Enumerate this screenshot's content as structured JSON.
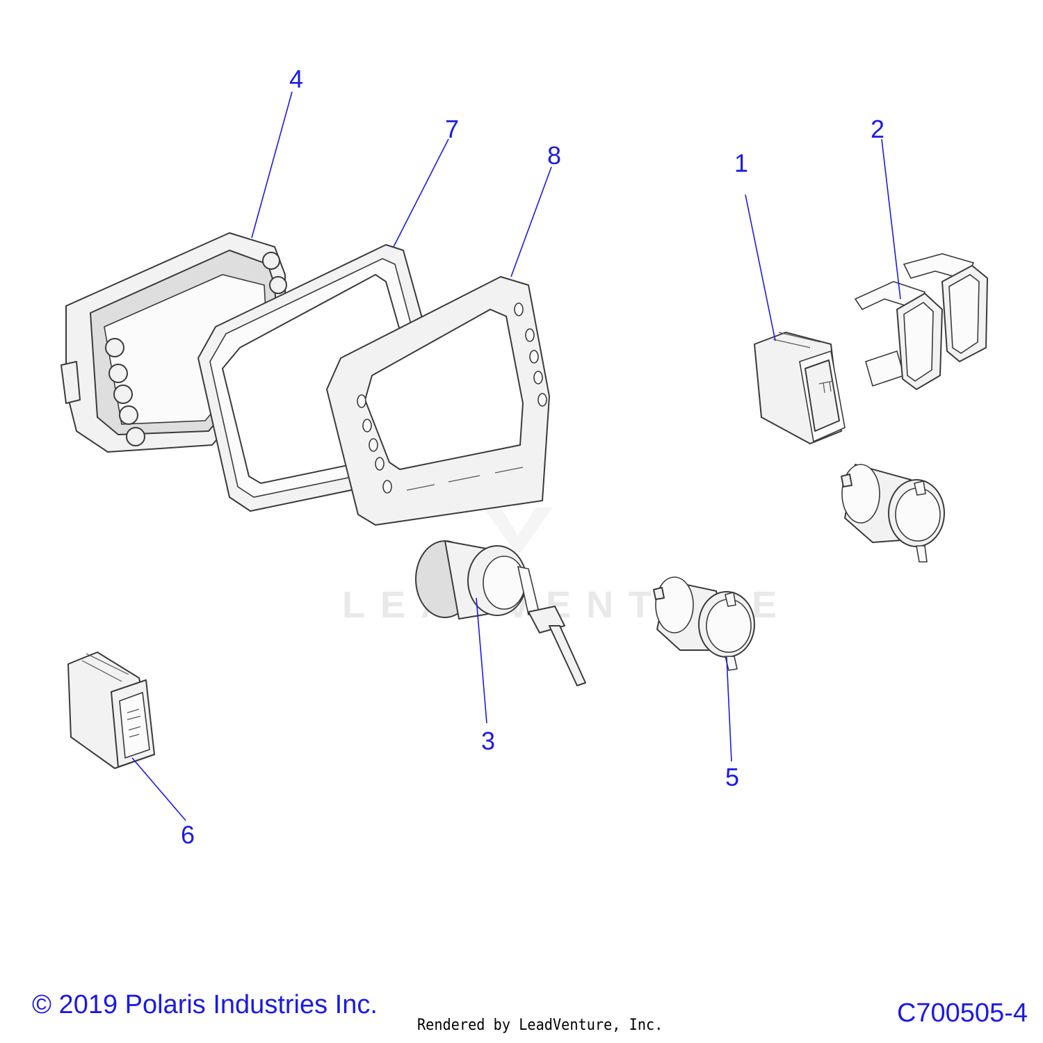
{
  "watermark": {
    "text": "LEADVENTURE"
  },
  "callouts": {
    "c1": "1",
    "c2": "2",
    "c3": "3",
    "c4": "4",
    "c5": "5",
    "c6": "6",
    "c7": "7",
    "c8": "8"
  },
  "footer": {
    "copyright": "© 2019 Polaris Industries Inc.",
    "rendered_by": "Rendered by LeadVenture, Inc.",
    "diagram_code": "C700505-4"
  },
  "colors": {
    "callout": "#1a1ae6",
    "line": "#3a3a3a"
  }
}
